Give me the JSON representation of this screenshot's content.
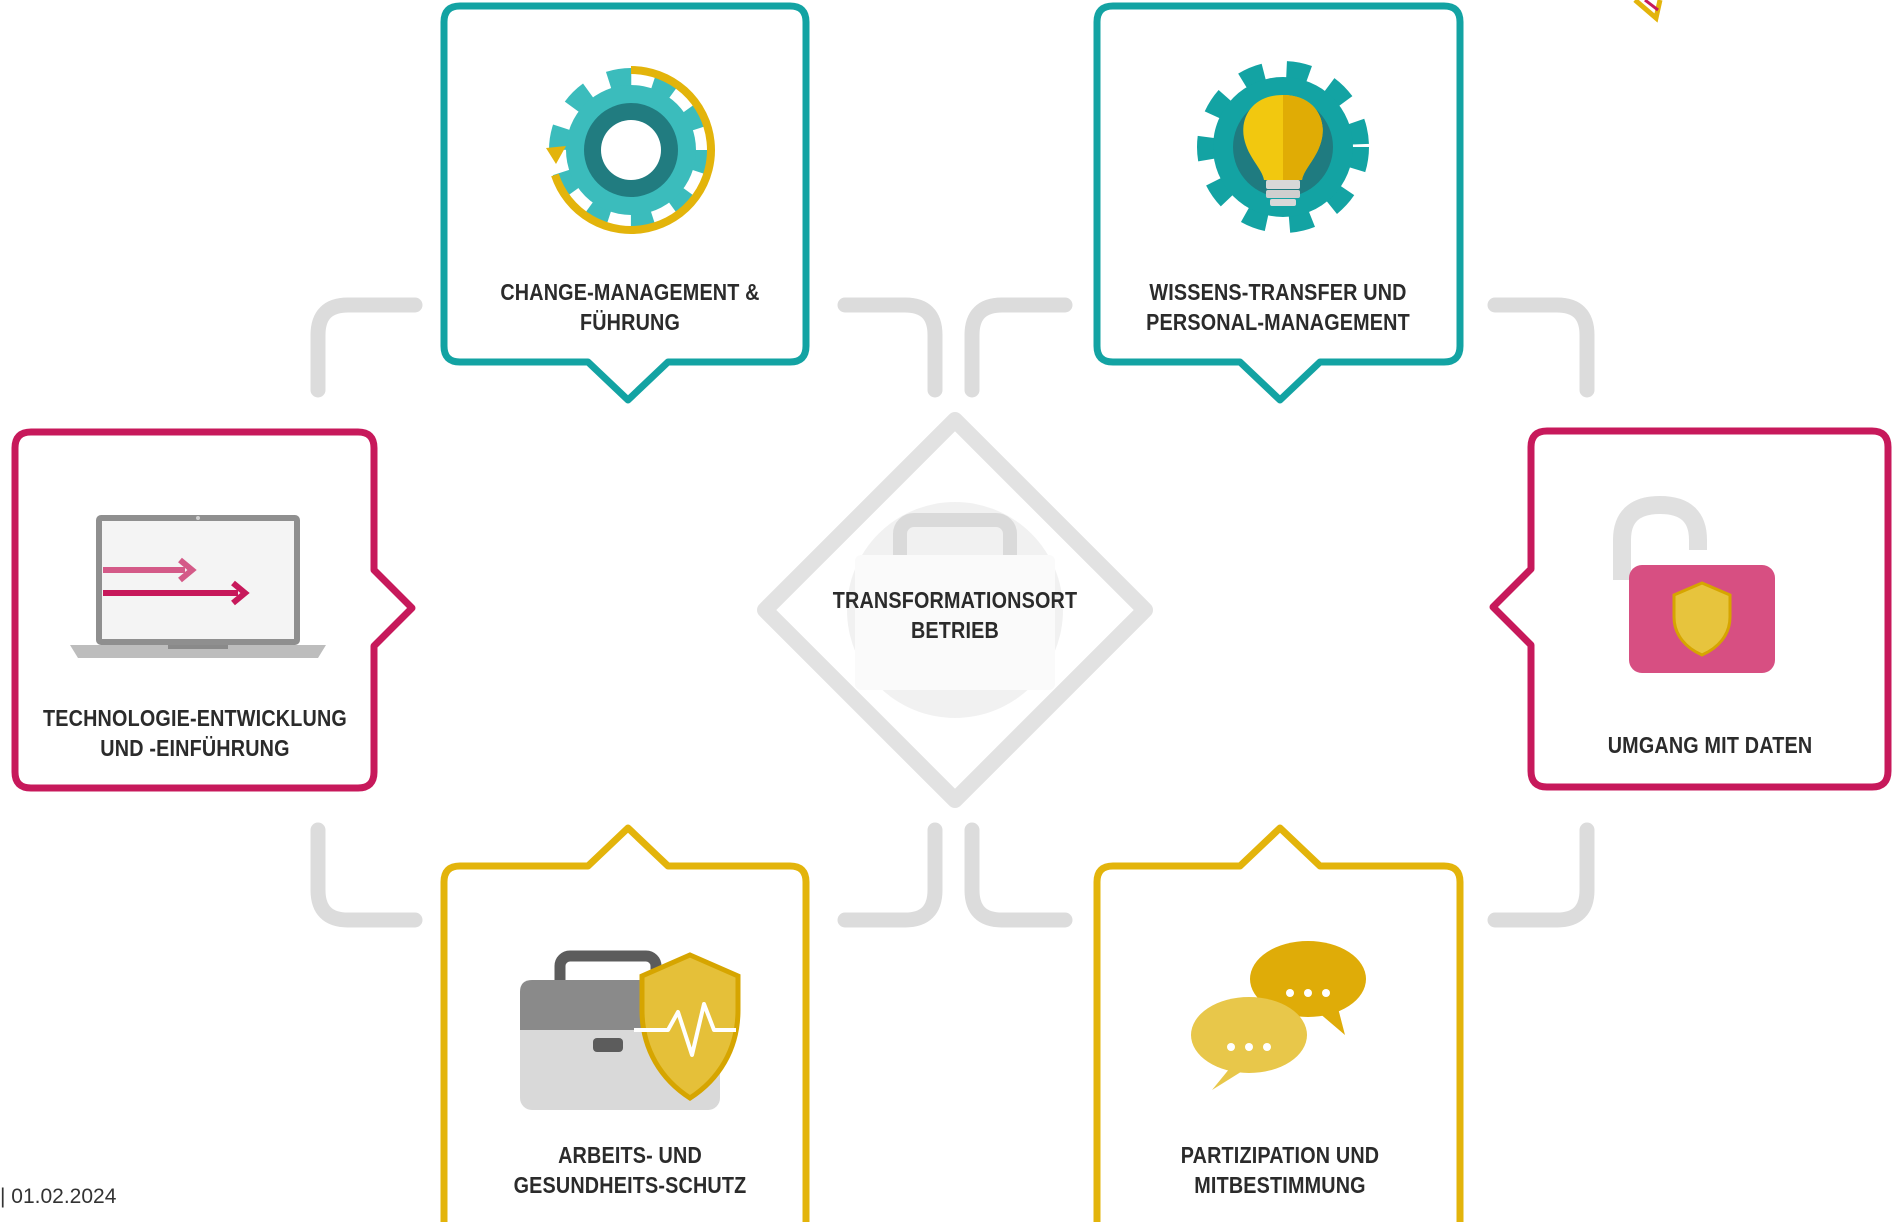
{
  "colors": {
    "teal": "#13a3a3",
    "magenta": "#c7195b",
    "gold": "#e3b40b",
    "connector": "#dcdcdc",
    "text": "#2b2b2b"
  },
  "center": {
    "line1": "TRANSFORMATIONSORT",
    "line2": "BETRIEB",
    "icon": "briefcase-icon"
  },
  "boxes": {
    "change_management": {
      "line1": "CHANGE-MANAGEMENT &",
      "line2": "FÜHRUNG",
      "icon": "gear-cycle-icon",
      "color": "teal"
    },
    "wissens_transfer": {
      "line1": "WISSENS-TRANSFER UND",
      "line2": "PERSONAL-MANAGEMENT",
      "icon": "gear-lightbulb-icon",
      "color": "teal"
    },
    "technologie": {
      "line1": "TECHNOLOGIE-ENTWICKLUNG",
      "line2": "UND -EINFÜHRUNG",
      "icon": "laptop-arrows-icon",
      "color": "magenta"
    },
    "daten": {
      "line1": "UMGANG MIT DATEN",
      "icon": "padlock-shield-icon",
      "color": "magenta"
    },
    "arbeitsschutz": {
      "line1": "ARBEITS- UND",
      "line2": "GESUNDHEITS-SCHUTZ",
      "icon": "briefcase-shield-icon",
      "color": "gold"
    },
    "partizipation": {
      "line1": "PARTIZIPATION UND",
      "line2": "MITBESTIMMUNG",
      "icon": "speech-bubbles-icon",
      "color": "gold"
    }
  },
  "footer": {
    "date": "| 01.02.2024"
  }
}
